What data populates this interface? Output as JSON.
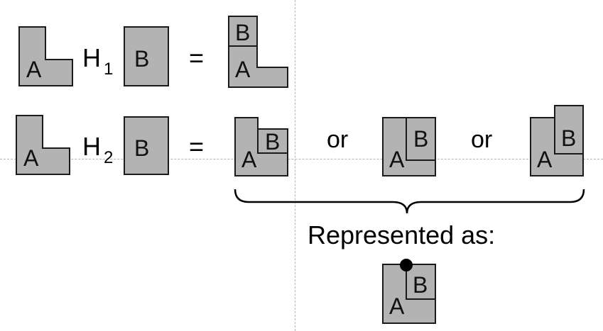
{
  "colors": {
    "shape_fill": "#b3b3b3",
    "shape_stroke": "#1a1a1a",
    "guide": "#b4b4b4",
    "dot": "#000000"
  },
  "labels": {
    "a": "A",
    "b": "B"
  },
  "row1": {
    "operator": "H",
    "subscript": "1",
    "equals": "="
  },
  "row2": {
    "operator": "H",
    "subscript": "2",
    "equals": "=",
    "or_1": "or",
    "or_2": "or"
  },
  "caption": "Represented as:"
}
